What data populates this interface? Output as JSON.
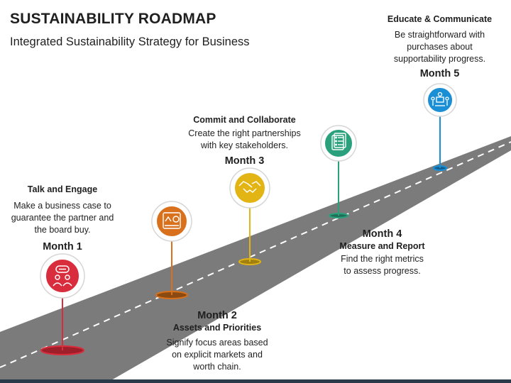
{
  "title": "SUSTAINABILITY ROADMAP",
  "subtitle": "Integrated Sustainability Strategy for Business",
  "milestones": [
    {
      "month": "Month 1",
      "heading": "Talk and Engage",
      "desc": "Make a business case to guarantee the partner and the board buy.",
      "color": "#d92c3c",
      "icon": "discussion-people-icon"
    },
    {
      "month": "Month 2",
      "heading": "Assets and Priorities",
      "desc": "Signify focus areas based on explicit markets and worth chain.",
      "color": "#d9711c",
      "icon": "assets-money-icon"
    },
    {
      "month": "Month 3",
      "heading": "Commit and Collaborate",
      "desc": "Create the right partnerships with key stakeholders.",
      "color": "#e2b414",
      "icon": "handshake-icon"
    },
    {
      "month": "Month 4",
      "heading": "Measure and Report",
      "desc": "Find the right metrics to assess progress.",
      "color": "#2aa07c",
      "icon": "report-checklist-icon"
    },
    {
      "month": "Month 5",
      "heading": "Educate & Communicate",
      "desc": "Be straightforward with purchases about supportability progress.",
      "color": "#1a8fd6",
      "icon": "presentation-icon"
    }
  ]
}
